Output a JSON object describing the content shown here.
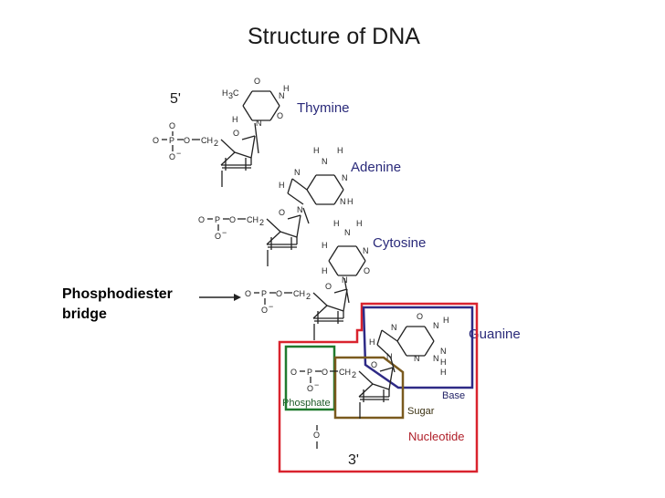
{
  "title": "Structure of DNA",
  "end_5": "5'",
  "end_3": "3'",
  "bases": {
    "thymine": "Thymine",
    "adenine": "Adenine",
    "cytosine": "Cytosine",
    "guanine": "Guanine"
  },
  "bridge_label": {
    "line1": "Phosphodiester",
    "line2": "bridge"
  },
  "labels": {
    "phosphate": "Phosphate",
    "sugar": "Sugar",
    "base": "Base",
    "nucleotide": "Nucleotide"
  },
  "colors": {
    "nucleotide": "#d9232e",
    "base": "#2e2a86",
    "phosphate": "#1f7a2e",
    "sugar": "#7a5a1e",
    "bonds": "#222222"
  }
}
